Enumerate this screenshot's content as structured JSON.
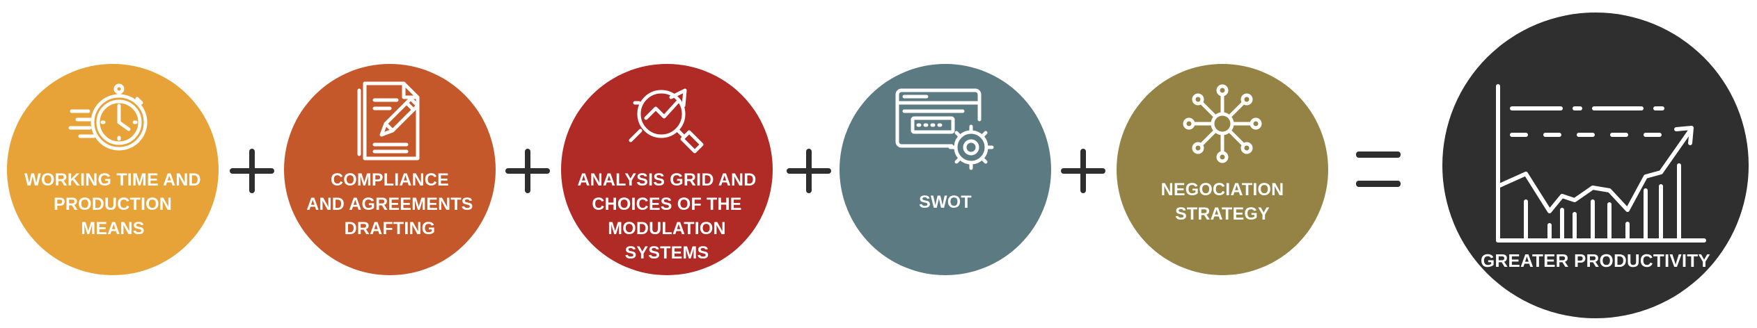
{
  "steps": [
    {
      "label": "WORKING TIME AND\nPRODUCTION\nMEANS",
      "color": "#e8a338",
      "icon": "stopwatch-icon"
    },
    {
      "label": "COMPLIANCE\nAND AGREEMENTS\nDRAFTING",
      "color": "#c5582b",
      "icon": "document-pen-icon"
    },
    {
      "label": "ANALYSIS GRID AND\nCHOICES OF THE\nMODULATION\nSYSTEMS",
      "color": "#b02a26",
      "icon": "magnifier-trend-icon"
    },
    {
      "label": "SWOT",
      "color": "#5b7a82",
      "icon": "browser-gear-icon"
    },
    {
      "label": "NEGOCIATION\nSTRATEGY",
      "color": "#958346",
      "icon": "network-node-icon"
    }
  ],
  "result": {
    "label": "GREATER PRODUCTIVITY",
    "color": "#2f2f2f",
    "icon": "growth-chart-icon"
  },
  "operators": {
    "plus": "+",
    "equals": "="
  }
}
